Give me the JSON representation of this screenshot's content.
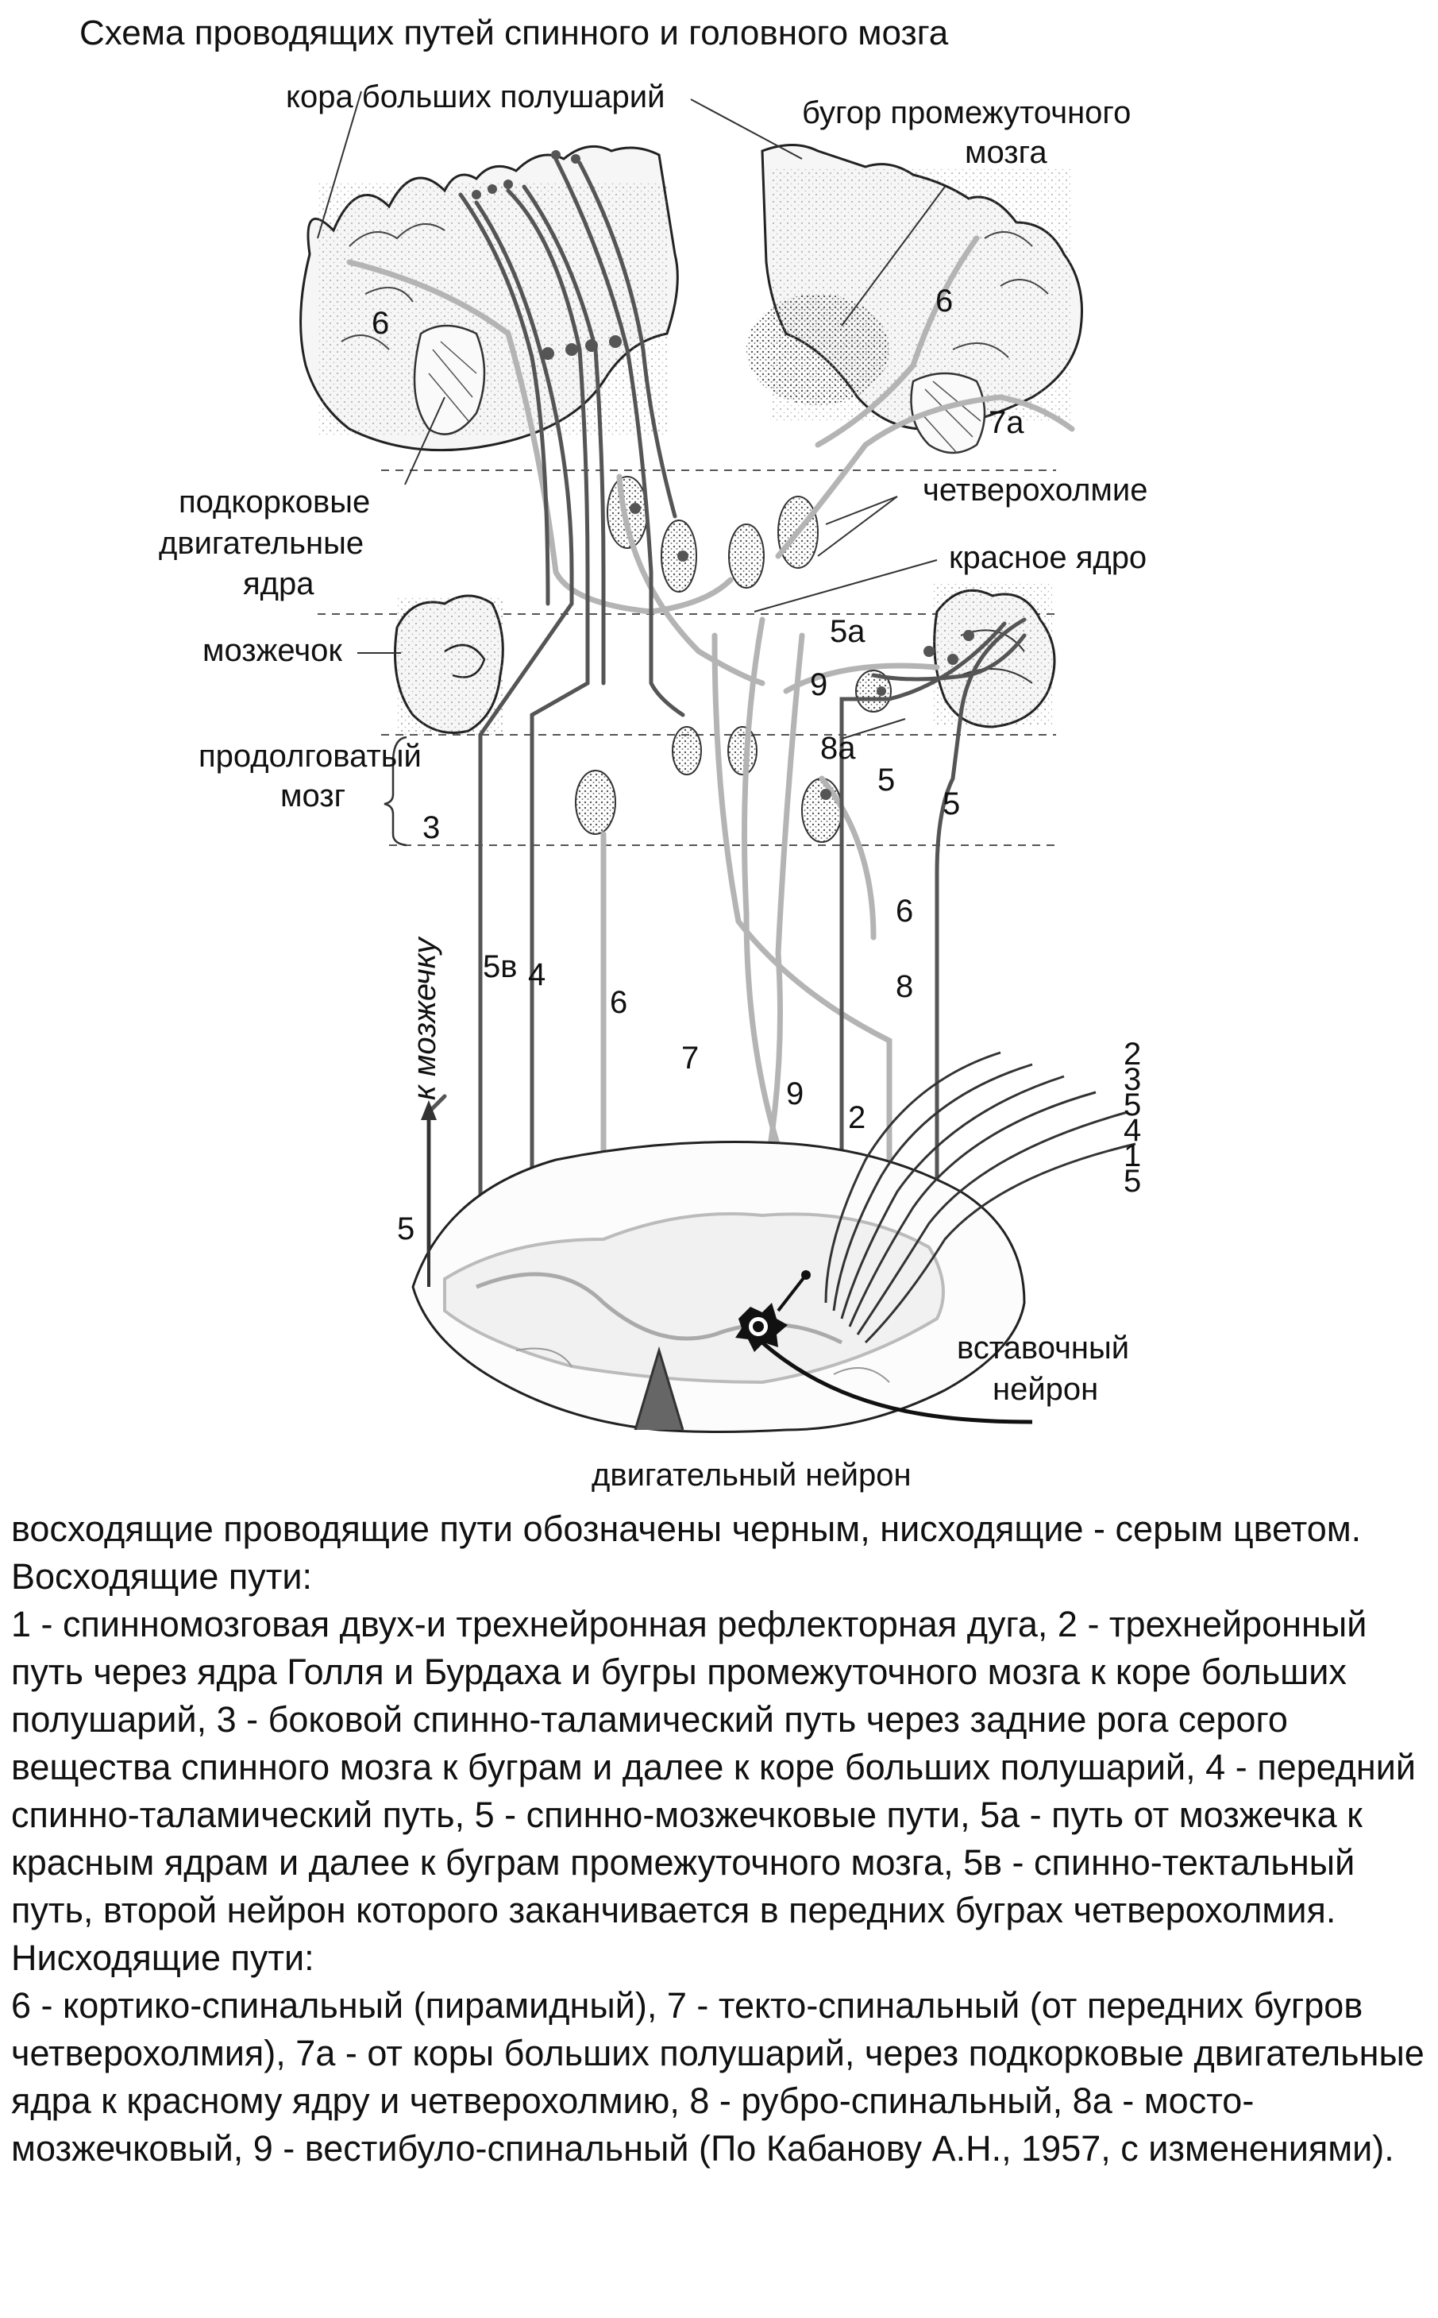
{
  "title": "Схема проводящих путей спинного и головного мозга",
  "labels": {
    "cortex": "кора больших полушарий",
    "thalamus_l1": "бугор промежуточного",
    "thalamus_l2": "мозга",
    "subcort_l1": "подкорковые",
    "subcort_l2": "двигательные",
    "subcort_l3": "ядра",
    "quadrigemina": "четверохолмие",
    "red_nucleus": "красное ядро",
    "cerebellum": "мозжечок",
    "medulla_l1": "продолговатый",
    "medulla_l2": "мозг",
    "to_cerebellum": "к мозжечку",
    "interneuron_l1": "вставочный",
    "interneuron_l2": "нейрон",
    "motor_neuron": "двигательный нейрон"
  },
  "numbers": {
    "n6_left": "6",
    "n6_right": "6",
    "n7a": "7а",
    "n5a": "5а",
    "n9_mid": "9",
    "n8a": "8а",
    "n5_a": "5",
    "n5_b": "5",
    "n3": "3",
    "n6_mid": "6",
    "n8": "8",
    "n5v": "5в",
    "n4": "4",
    "n6_low": "6",
    "n7": "7",
    "n9_low": "9",
    "n2": "2",
    "n5_bottom": "5",
    "r2": "2",
    "r3": "3",
    "r5a": "5",
    "r4": "4",
    "r1": "1",
    "r5b": "5"
  },
  "caption": {
    "intro": "восходящие проводящие пути обозначены черным, нисходящие - серым цветом.",
    "ascending_head": "Восходящие пути:",
    "ascending_text": "1 - спинномозговая двух-и трехнейронная рефлекторная дуга, 2 - трехнейронный путь через ядра Голля и Бурдаха и бугры промежуточного мозга к коре больших полушарий, 3 - боковой спинно-таламический путь через задние рога серого вещества спинного мозга к буграм и далее к коре больших полушарий, 4 - передний спинно-таламический путь, 5 - спинно-мозжечковые пути, 5а - путь от мозжечка к красным ядрам и далее к буграм промежуточного мозга, 5в - спинно-тектальный путь, второй нейрон которого заканчивается в передних буграх четверохолмия.",
    "descending_head": "Нисходящие пути:",
    "descending_text": "6 - кортико-спинальный (пирамидный), 7 - текто-спинальный (от передних бугров четверохолмия), 7а - от коры больших полушарий, через подкорковые двигательные ядра к красному ядру и четверохолмию, 8 - рубро-спинальный, 8а - мосто-мозжечковый, 9 - вестибуло-спинальный (По Кабанову А.Н., 1957, с изменениями)."
  },
  "colors": {
    "ascending": "#1a1a1a",
    "descending": "#b4b4b4",
    "tissue": "#f2f2f2"
  }
}
